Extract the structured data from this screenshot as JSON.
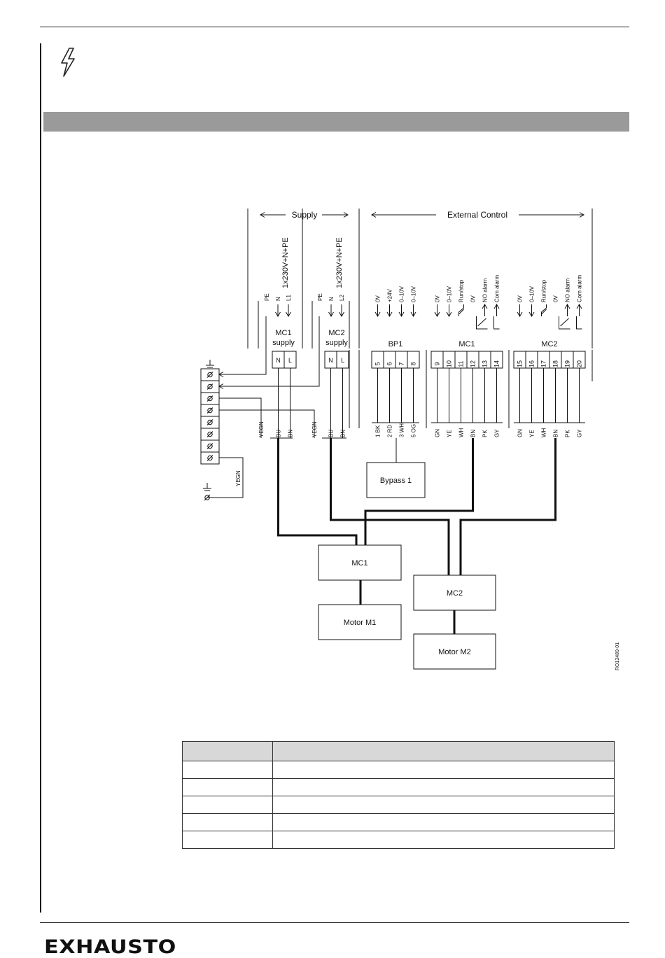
{
  "diagram": {
    "ref_code": "RO13489-01",
    "sections": {
      "supply": "Supply",
      "external": "External Control"
    },
    "voltage": [
      "1x230V+N+PE",
      "1x230V+N+PE"
    ],
    "mc1_supply_title": [
      "MC1",
      "supply"
    ],
    "mc2_supply_title": [
      "MC2",
      "supply"
    ],
    "supply_signals_1": [
      "PE",
      "N",
      "L1"
    ],
    "supply_signals_2": [
      "PE",
      "N",
      "L2"
    ],
    "supply_terminals": [
      "N",
      "L"
    ],
    "groups": [
      {
        "name": "BP1",
        "terminals": [
          "5",
          "6",
          "7",
          "8"
        ],
        "signals": [
          "0V",
          "+24V",
          "0–10V",
          "0–10V"
        ],
        "wires": [
          "1 BK",
          "2 RD",
          "3 WH",
          "5 OG"
        ]
      },
      {
        "name": "MC1",
        "terminals": [
          "9",
          "10",
          "11",
          "12",
          "13",
          "14"
        ],
        "signals": [
          "0V",
          "0–10V",
          "Run/stop",
          "0V",
          "NO alarm",
          "Com alarm"
        ],
        "wires": [
          "GN",
          "YE",
          "WH",
          "BN",
          "PK",
          "GY"
        ]
      },
      {
        "name": "MC2",
        "terminals": [
          "15",
          "16",
          "17",
          "18",
          "19",
          "20"
        ],
        "signals": [
          "0V",
          "0–10V",
          "Run/stop",
          "0V",
          "NO alarm",
          "Com alarm"
        ],
        "wires": [
          "GN",
          "YE",
          "WH",
          "BN",
          "PK",
          "GY"
        ]
      }
    ],
    "supply_wires_1": [
      "YEGN",
      "BU",
      "BN"
    ],
    "supply_wires_2": [
      "YEGN",
      "BU",
      "BN"
    ],
    "ground_wire": "YEGN",
    "boxes": [
      "Bypass 1",
      "MC1",
      "MC2",
      "Motor M1",
      "Motor M2"
    ]
  },
  "table": {
    "rows": [
      [
        "",
        ""
      ],
      [
        "",
        ""
      ],
      [
        "",
        ""
      ],
      [
        "",
        ""
      ],
      [
        "",
        ""
      ],
      [
        "",
        ""
      ]
    ]
  },
  "footer": {
    "brand": "EXHAUSTO"
  }
}
